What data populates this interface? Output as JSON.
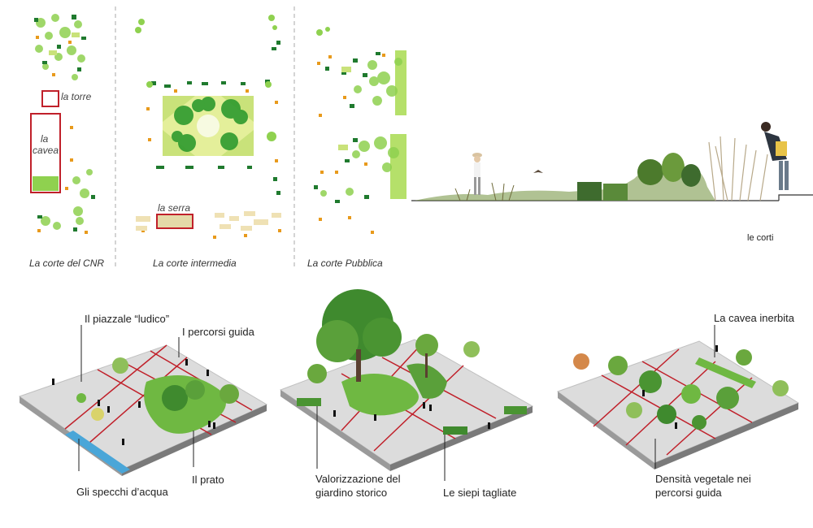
{
  "plans": {
    "cnr": {
      "caption": "La corte del CNR",
      "torre": "la torre",
      "cavea_1": "la",
      "cavea_2": "cavea"
    },
    "intermedia": {
      "caption": "La corte intermedia",
      "serra": "la serra"
    },
    "pubblica": {
      "caption": "La corte Pubblica"
    }
  },
  "section": {
    "caption": "le corti"
  },
  "axonometrics": {
    "left": {
      "piazzale": "Il piazzale “ludico”",
      "percorsi": "I percorsi guida",
      "specchi": "Gli specchi d’acqua",
      "prato": "Il prato"
    },
    "middle": {
      "valorizzazione_1": "Valorizzazione del",
      "valorizzazione_2": "giardino storico",
      "siepi": "Le siepi tagliate"
    },
    "right": {
      "cavea": "La cavea inerbita",
      "densita_1": "Densità vegetale nei",
      "densita_2": "percorsi guida"
    }
  },
  "colors": {
    "red_outline": "#c0202a",
    "green_light": "#8fd14f",
    "green_dark": "#1f7a2e",
    "orange": "#e89a1c",
    "paving": "#d9d9d9"
  }
}
